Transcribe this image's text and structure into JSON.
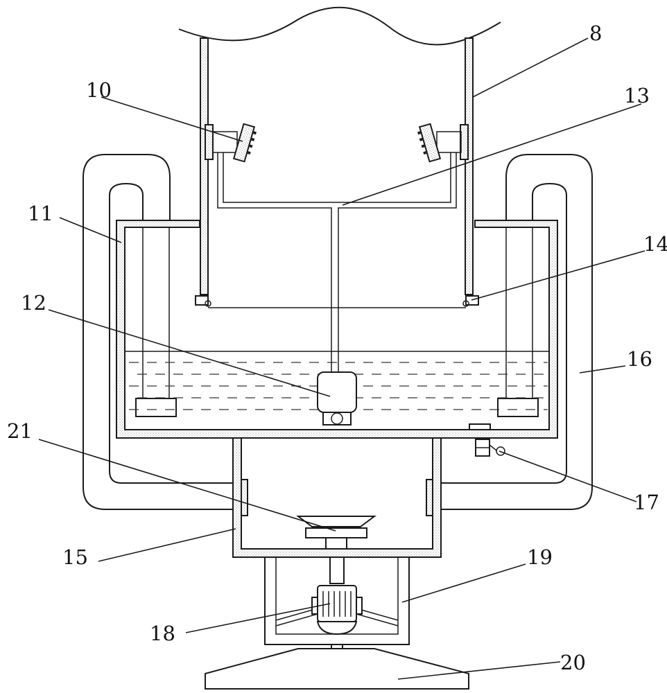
{
  "labels": {
    "l8": "8",
    "l10": "10",
    "l11": "11",
    "l12": "12",
    "l13": "13",
    "l14": "14",
    "l15": "15",
    "l16": "16",
    "l17": "17",
    "l18": "18",
    "l19": "19",
    "l20": "20",
    "l21": "21"
  }
}
